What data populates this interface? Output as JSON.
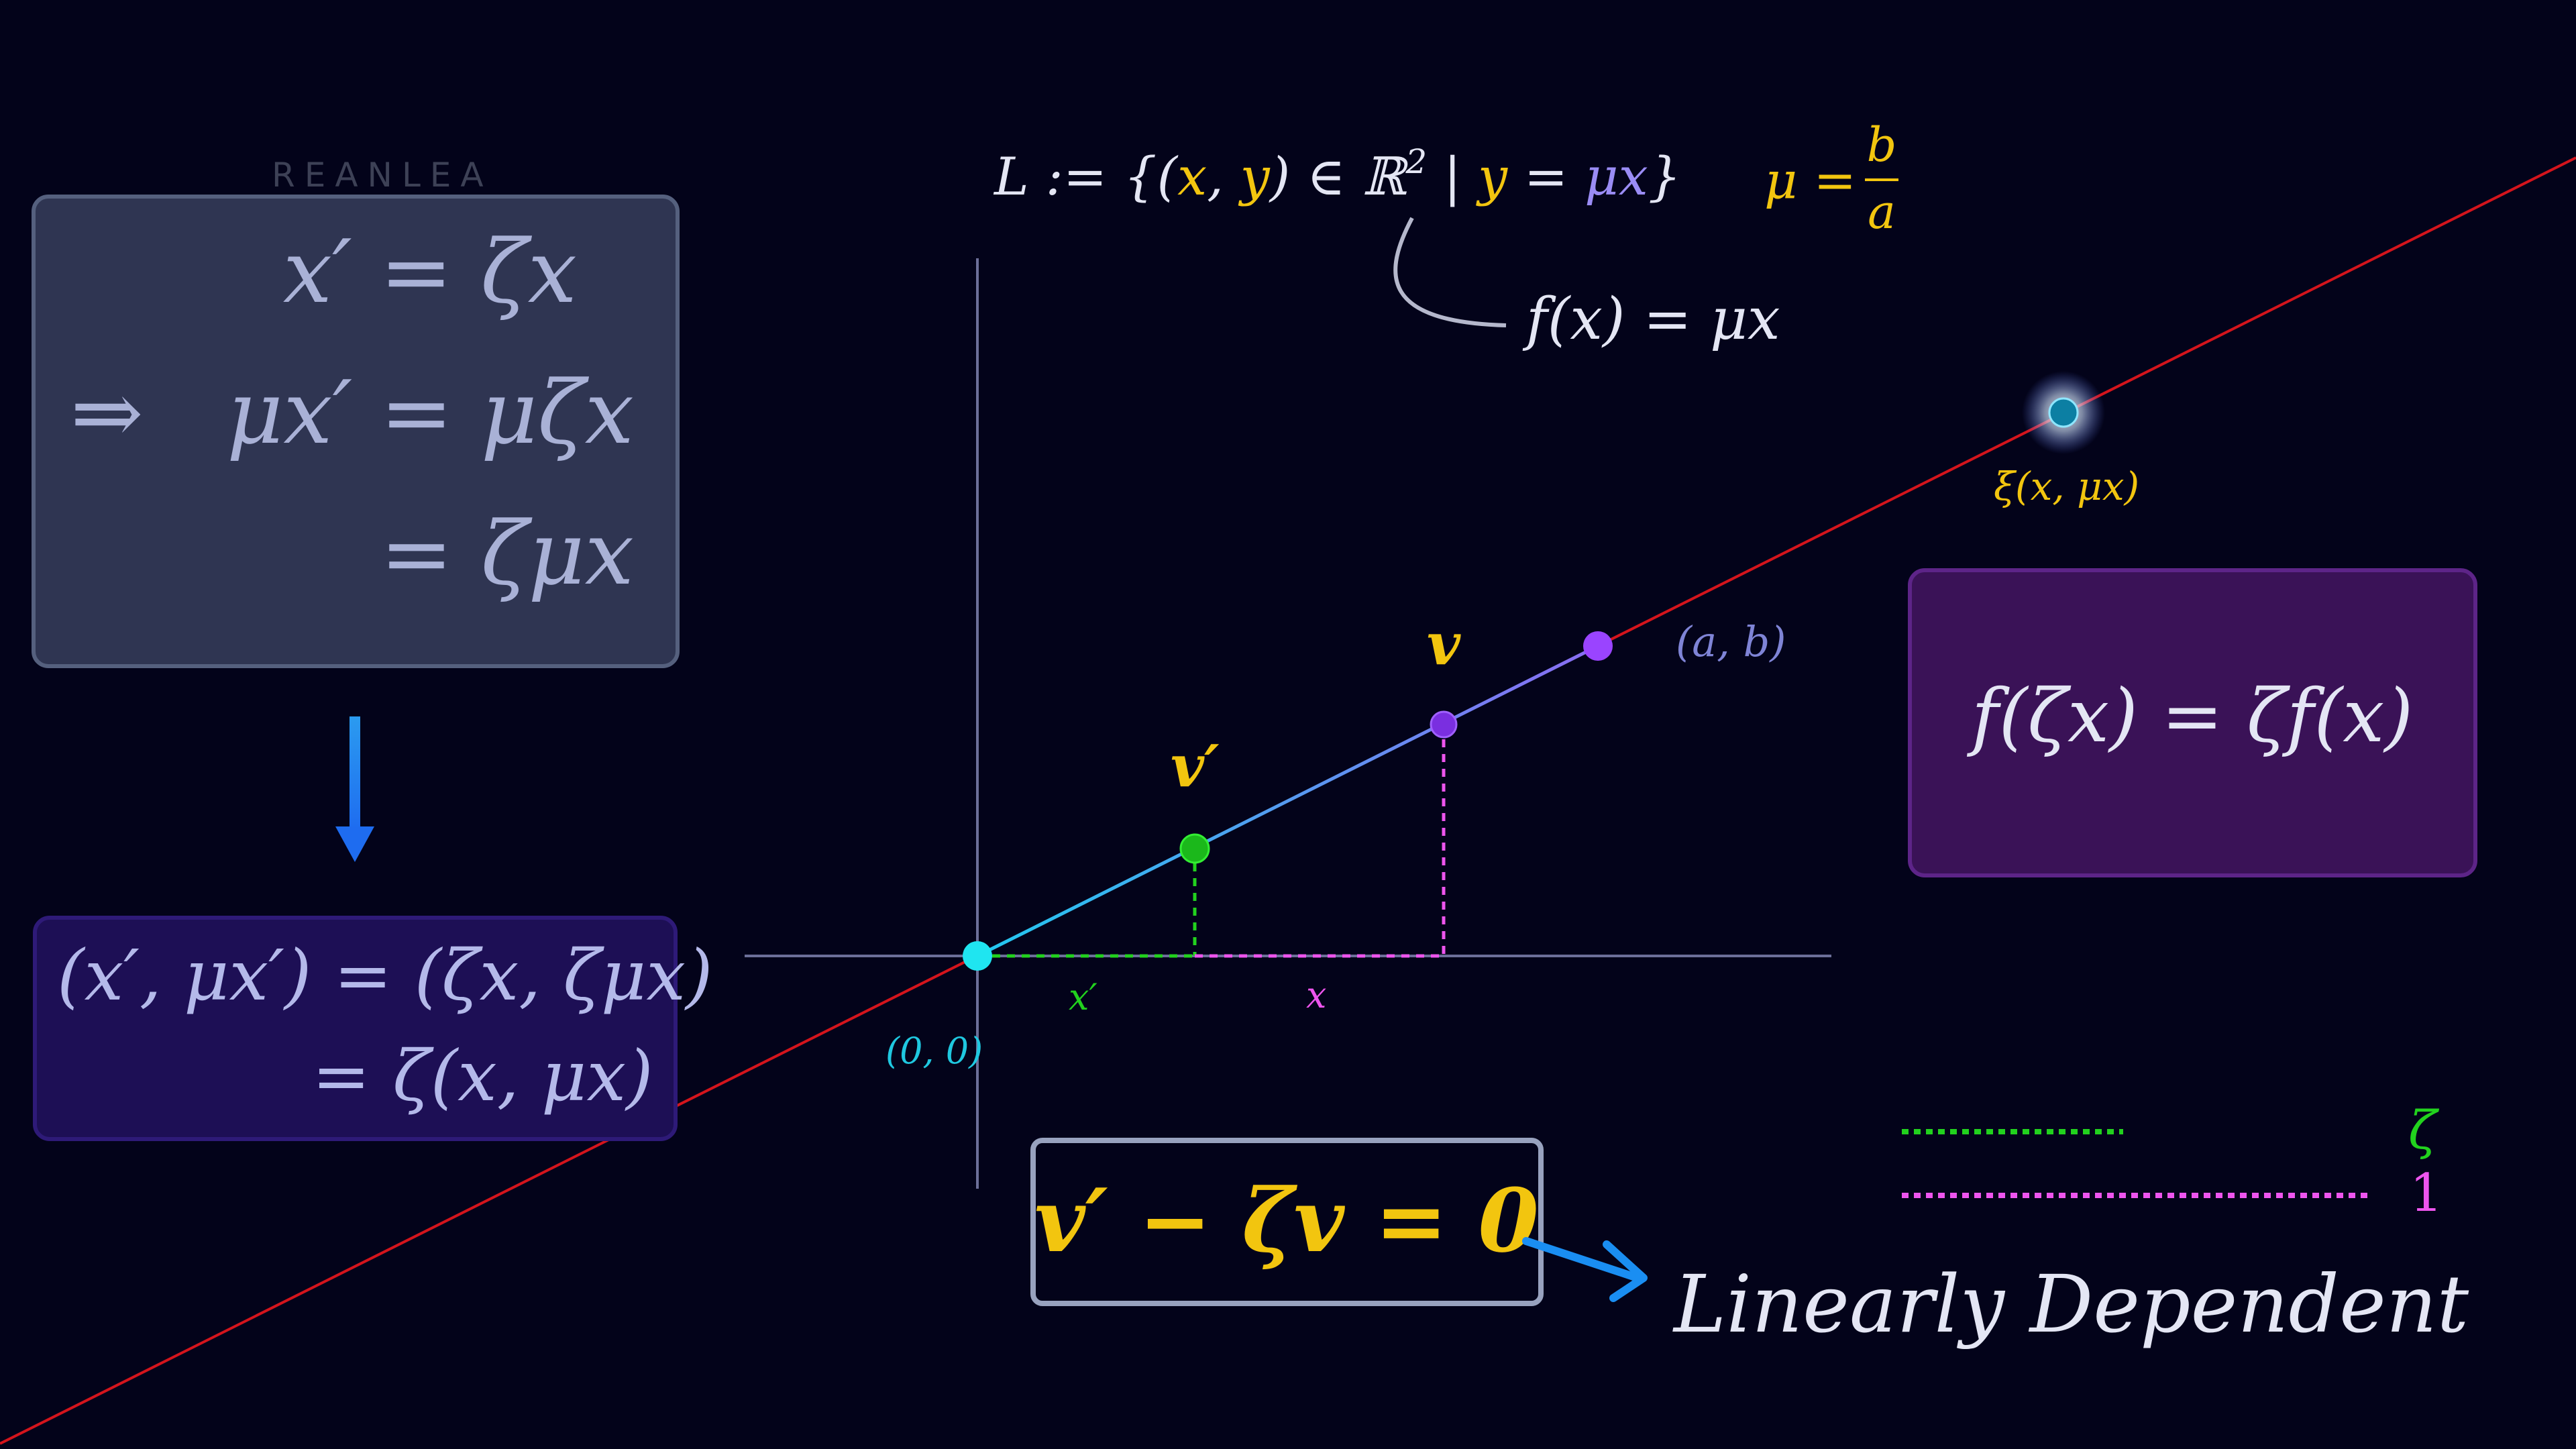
{
  "watermark": "REANLEA",
  "colors": {
    "background": "#03031a",
    "red_line": "#d4141c",
    "yellow": "#f2c50f",
    "green": "#22d21e",
    "magenta": "#ee55ee",
    "cyan": "#1fe5f0",
    "purple": "#9a44ff",
    "violet": "#7a2fe0",
    "blue_arrow": "#1a8ef2",
    "label_lavender": "#a3a8e8",
    "text_light": "#e4e6f4"
  },
  "header": {
    "set_def": {
      "lhs": "L := {(",
      "x": "x",
      "comma": ", ",
      "y": "y",
      "mid": ") ∈ ℝ",
      "sup": "2",
      "bar": " | ",
      "y2": "y",
      "eq": " = ",
      "mu": "μx",
      "close": "}"
    },
    "mu_def": {
      "lhs": "μ = ",
      "num": "b",
      "den": "a"
    },
    "fx": "f(x) = μx"
  },
  "box_top_left": {
    "line1": "x′ = ζx",
    "line2_arrow": "⇒",
    "line2": "μx′ = μζx",
    "line3": "= ζμx"
  },
  "box_bottom_left": {
    "line1": "(x′, μx′) = (ζx, ζμx)",
    "line2": "= ζ(x, μx)"
  },
  "box_right": {
    "text": "f(ζx) = ζf(x)"
  },
  "box_center": {
    "text": "v′ − ζv = 0"
  },
  "handwritten": "Linearly Dependent",
  "points": {
    "origin": "(0, 0)",
    "ab": "(a, b)",
    "v": "v",
    "v_prime": "v′",
    "xi": "ξ(x, μx)",
    "x_prime": "x′",
    "x": "x"
  },
  "legend": {
    "green": "ζ",
    "magenta": "1"
  }
}
